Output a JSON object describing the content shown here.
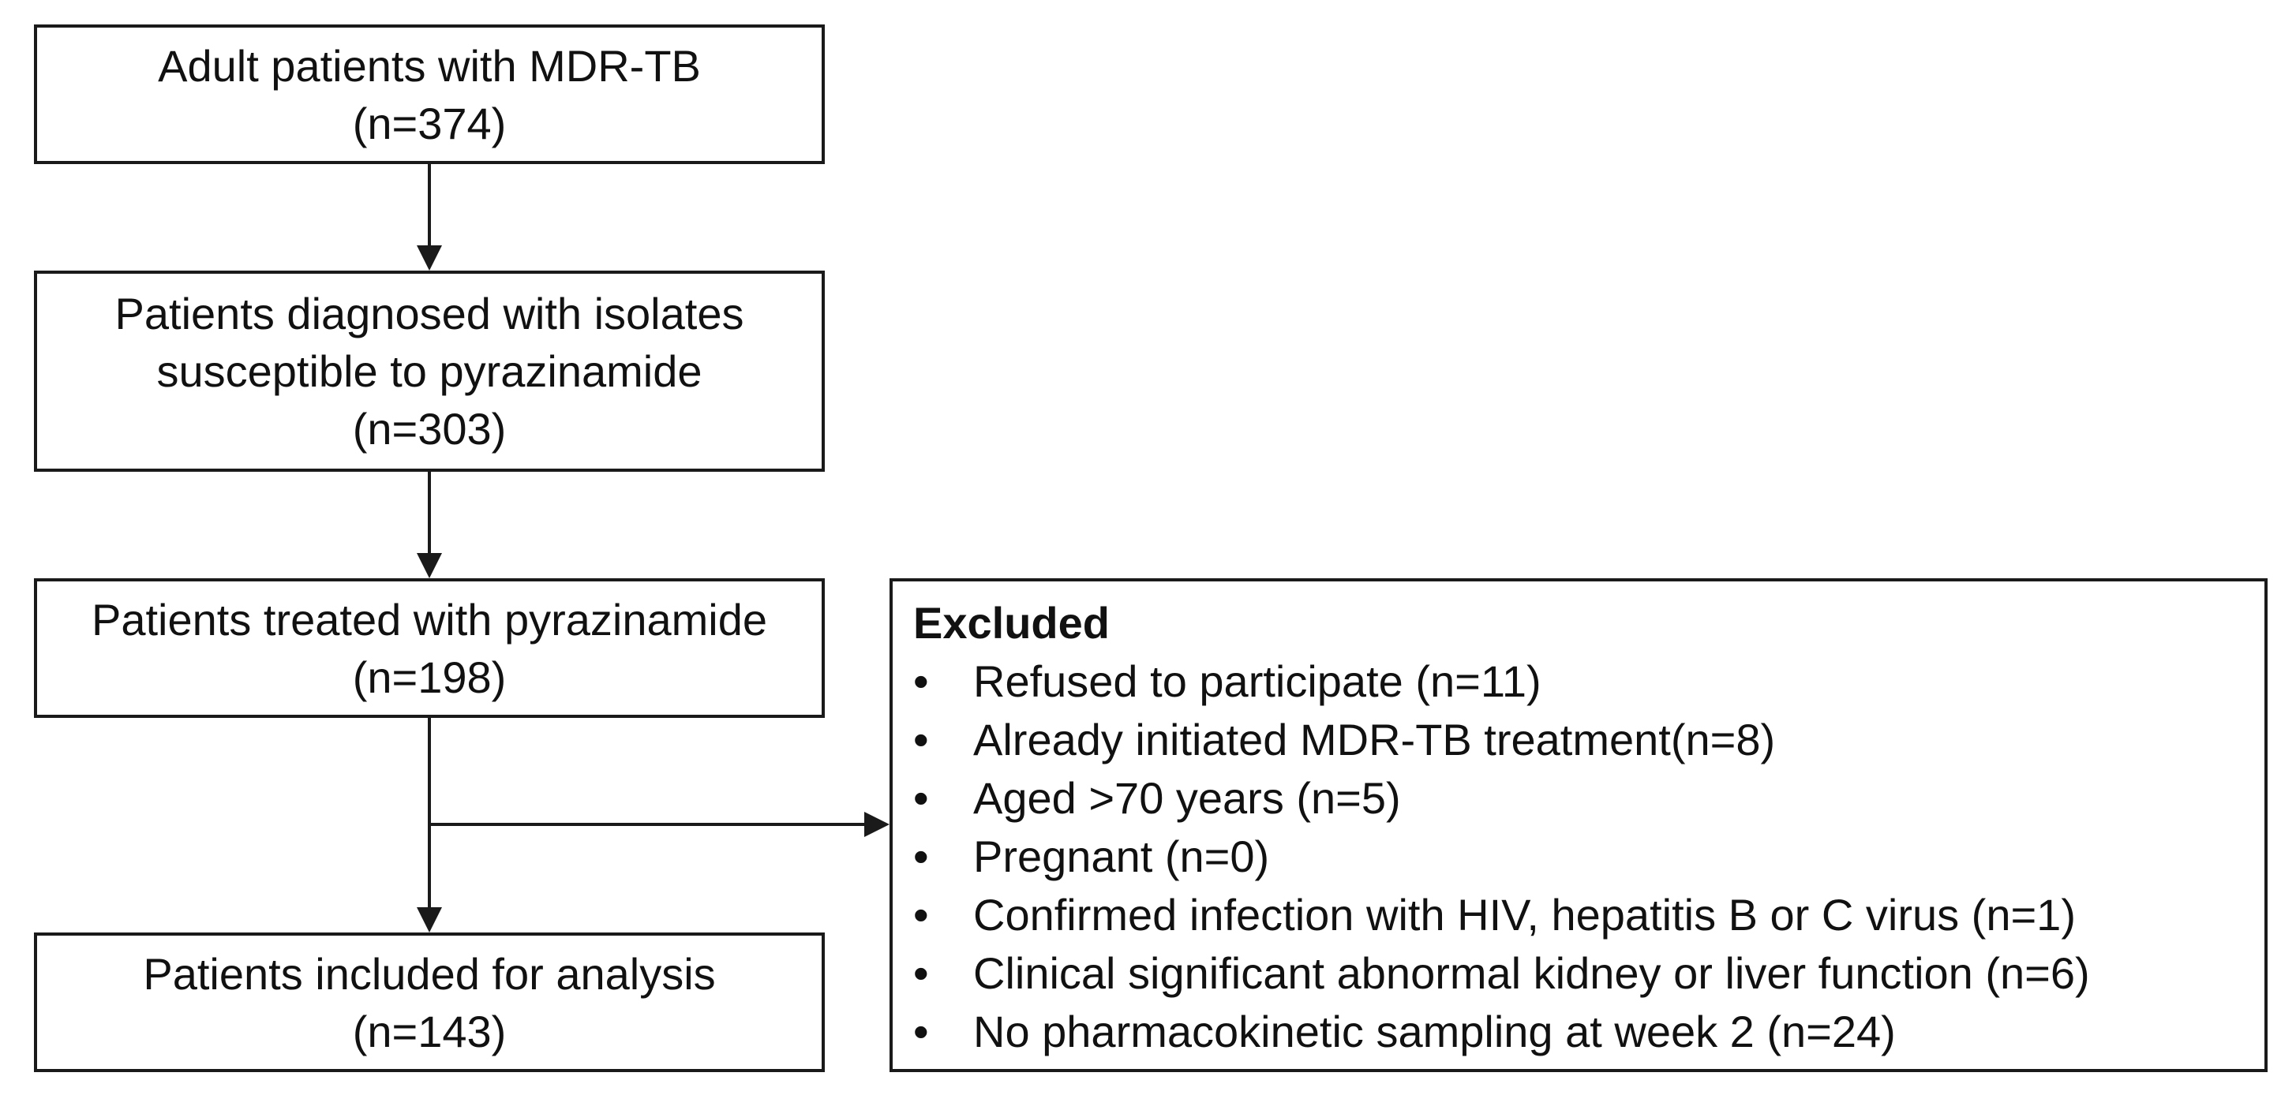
{
  "boxes": {
    "enrolled": {
      "line1": "Adult patients with MDR-TB",
      "line2": "(n=374)"
    },
    "susceptible": {
      "line1": "Patients diagnosed with isolates",
      "line2": "susceptible to pyrazinamide",
      "line3": "(n=303)"
    },
    "treated": {
      "line1": "Patients treated with pyrazinamide",
      "line2": "(n=198)"
    },
    "analysis": {
      "line1": "Patients included for analysis",
      "line2": "(n=143)"
    }
  },
  "excluded": {
    "title": "Excluded",
    "bullet": "•",
    "items": [
      "Refused to participate (n=11)",
      "Already initiated MDR-TB treatment(n=8)",
      "Aged >70 years (n=5)",
      "Pregnant (n=0)",
      "Confirmed infection with HIV, hepatitis B or C virus (n=1)",
      "Clinical significant abnormal kidney or liver function (n=6)",
      "No pharmacokinetic sampling at week 2 (n=24)"
    ]
  }
}
